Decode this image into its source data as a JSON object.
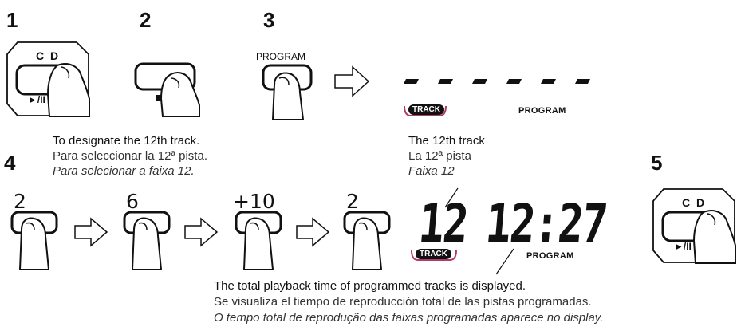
{
  "steps": {
    "s1": "1",
    "s2": "2",
    "s3": "3",
    "s4": "4",
    "s5": "5"
  },
  "buttons": {
    "cd_label": "C D",
    "cd_symbol": "►/II",
    "program_label": "PROGRAM",
    "keys": [
      "2",
      "6",
      "+10",
      "2"
    ]
  },
  "display_top": {
    "track_badge": "TRACK",
    "program": "PROGRAM"
  },
  "display_bottom": {
    "track_number": "12",
    "time": "12:27",
    "track_badge": "TRACK",
    "program": "PROGRAM"
  },
  "texts": {
    "designate_en": "To designate the 12th track.",
    "designate_es": "Para seleccionar la 12ª pista.",
    "designate_pt": "Para selecionar a faixa 12.",
    "track12_en": "The 12th track",
    "track12_es": "La 12ª pista",
    "track12_pt": "Faixa 12",
    "total_en": "The total playback time of programmed tracks is displayed.",
    "total_es": "Se visualiza el tiempo de reproducción total de las pistas programadas.",
    "total_pt": "O tempo total de reprodução das faixas programadas aparece no display."
  }
}
